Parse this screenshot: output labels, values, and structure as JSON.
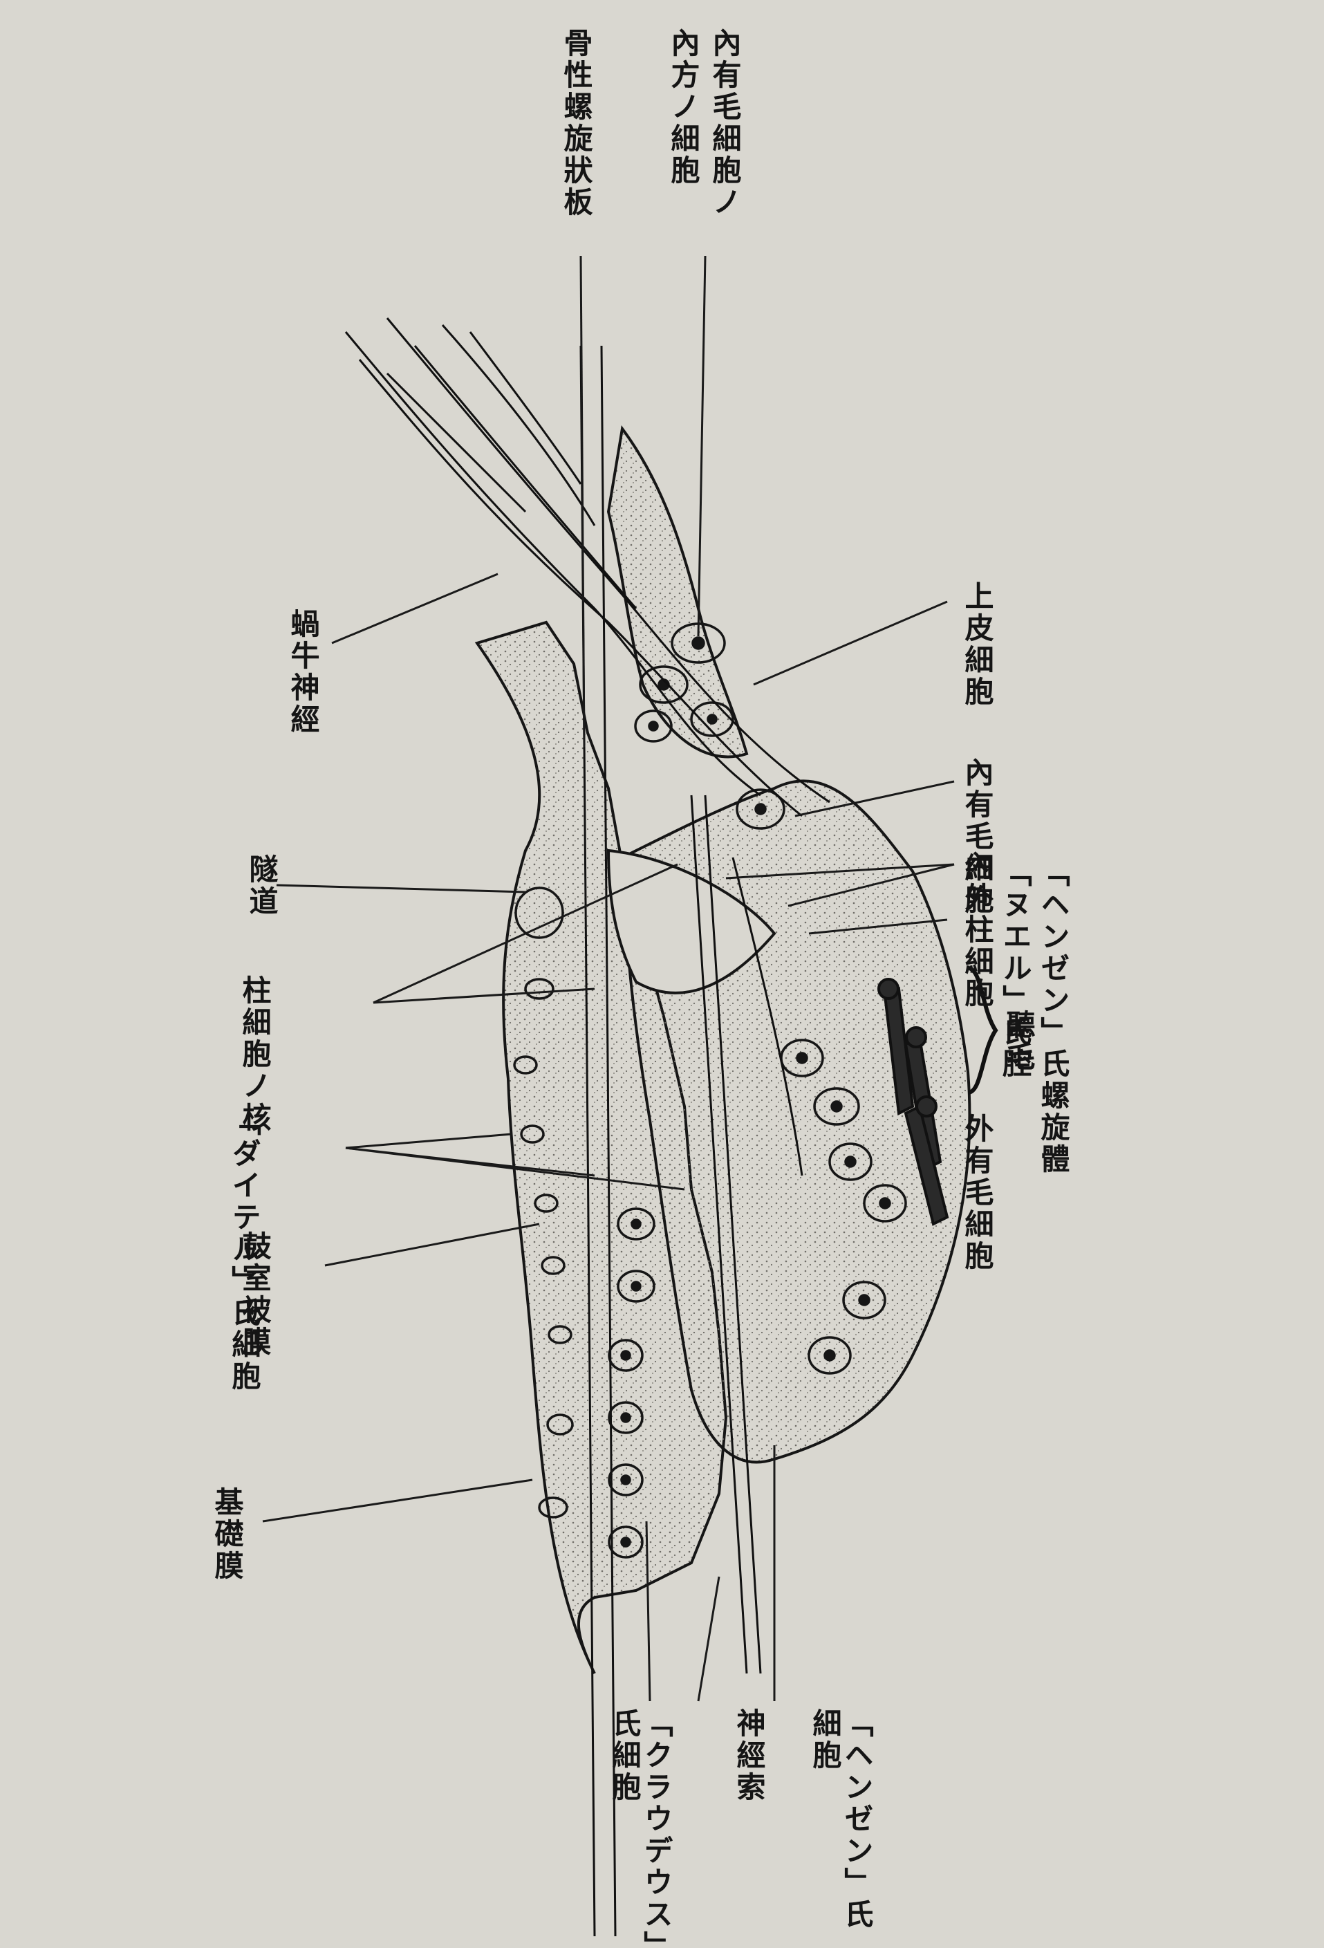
{
  "figure": {
    "labels": {
      "inner_hair_cell_sup": "內有毛細胞ノ",
      "inner_hair_cell_sup_2": "內方ノ細胞",
      "osseous_spiral_lamina": "骨性螺旋狀板",
      "epithelium": "上皮細胞",
      "cochlear_nerve": "蝸牛神經",
      "inner_hair_cells": "內有毛細胞",
      "pillar_cells": "內外柱細胞",
      "nuel_space": "「ヌエル」氏腔",
      "hensen_body": "「ヘンゼン」氏螺旋體",
      "hair": "聽毛",
      "outer_hair_cells": "外有毛細胞",
      "tunnel": "隧道",
      "pillar_nuclei": "柱細胞ノ核",
      "deiters_cells": "「ダイテル」氏細胞",
      "tympanic_membrane": "鼓室被膜",
      "basilar_membrane": "基礎膜",
      "claudius_cells": "「クラウデウス」氏細胞",
      "nerve_fiber": "神經索",
      "hensen_cells": "「ヘンゼン」氏細胞"
    },
    "colors": {
      "paper": "#d9d7d0",
      "ink": "#151515",
      "stipple": "#7a7872"
    }
  }
}
